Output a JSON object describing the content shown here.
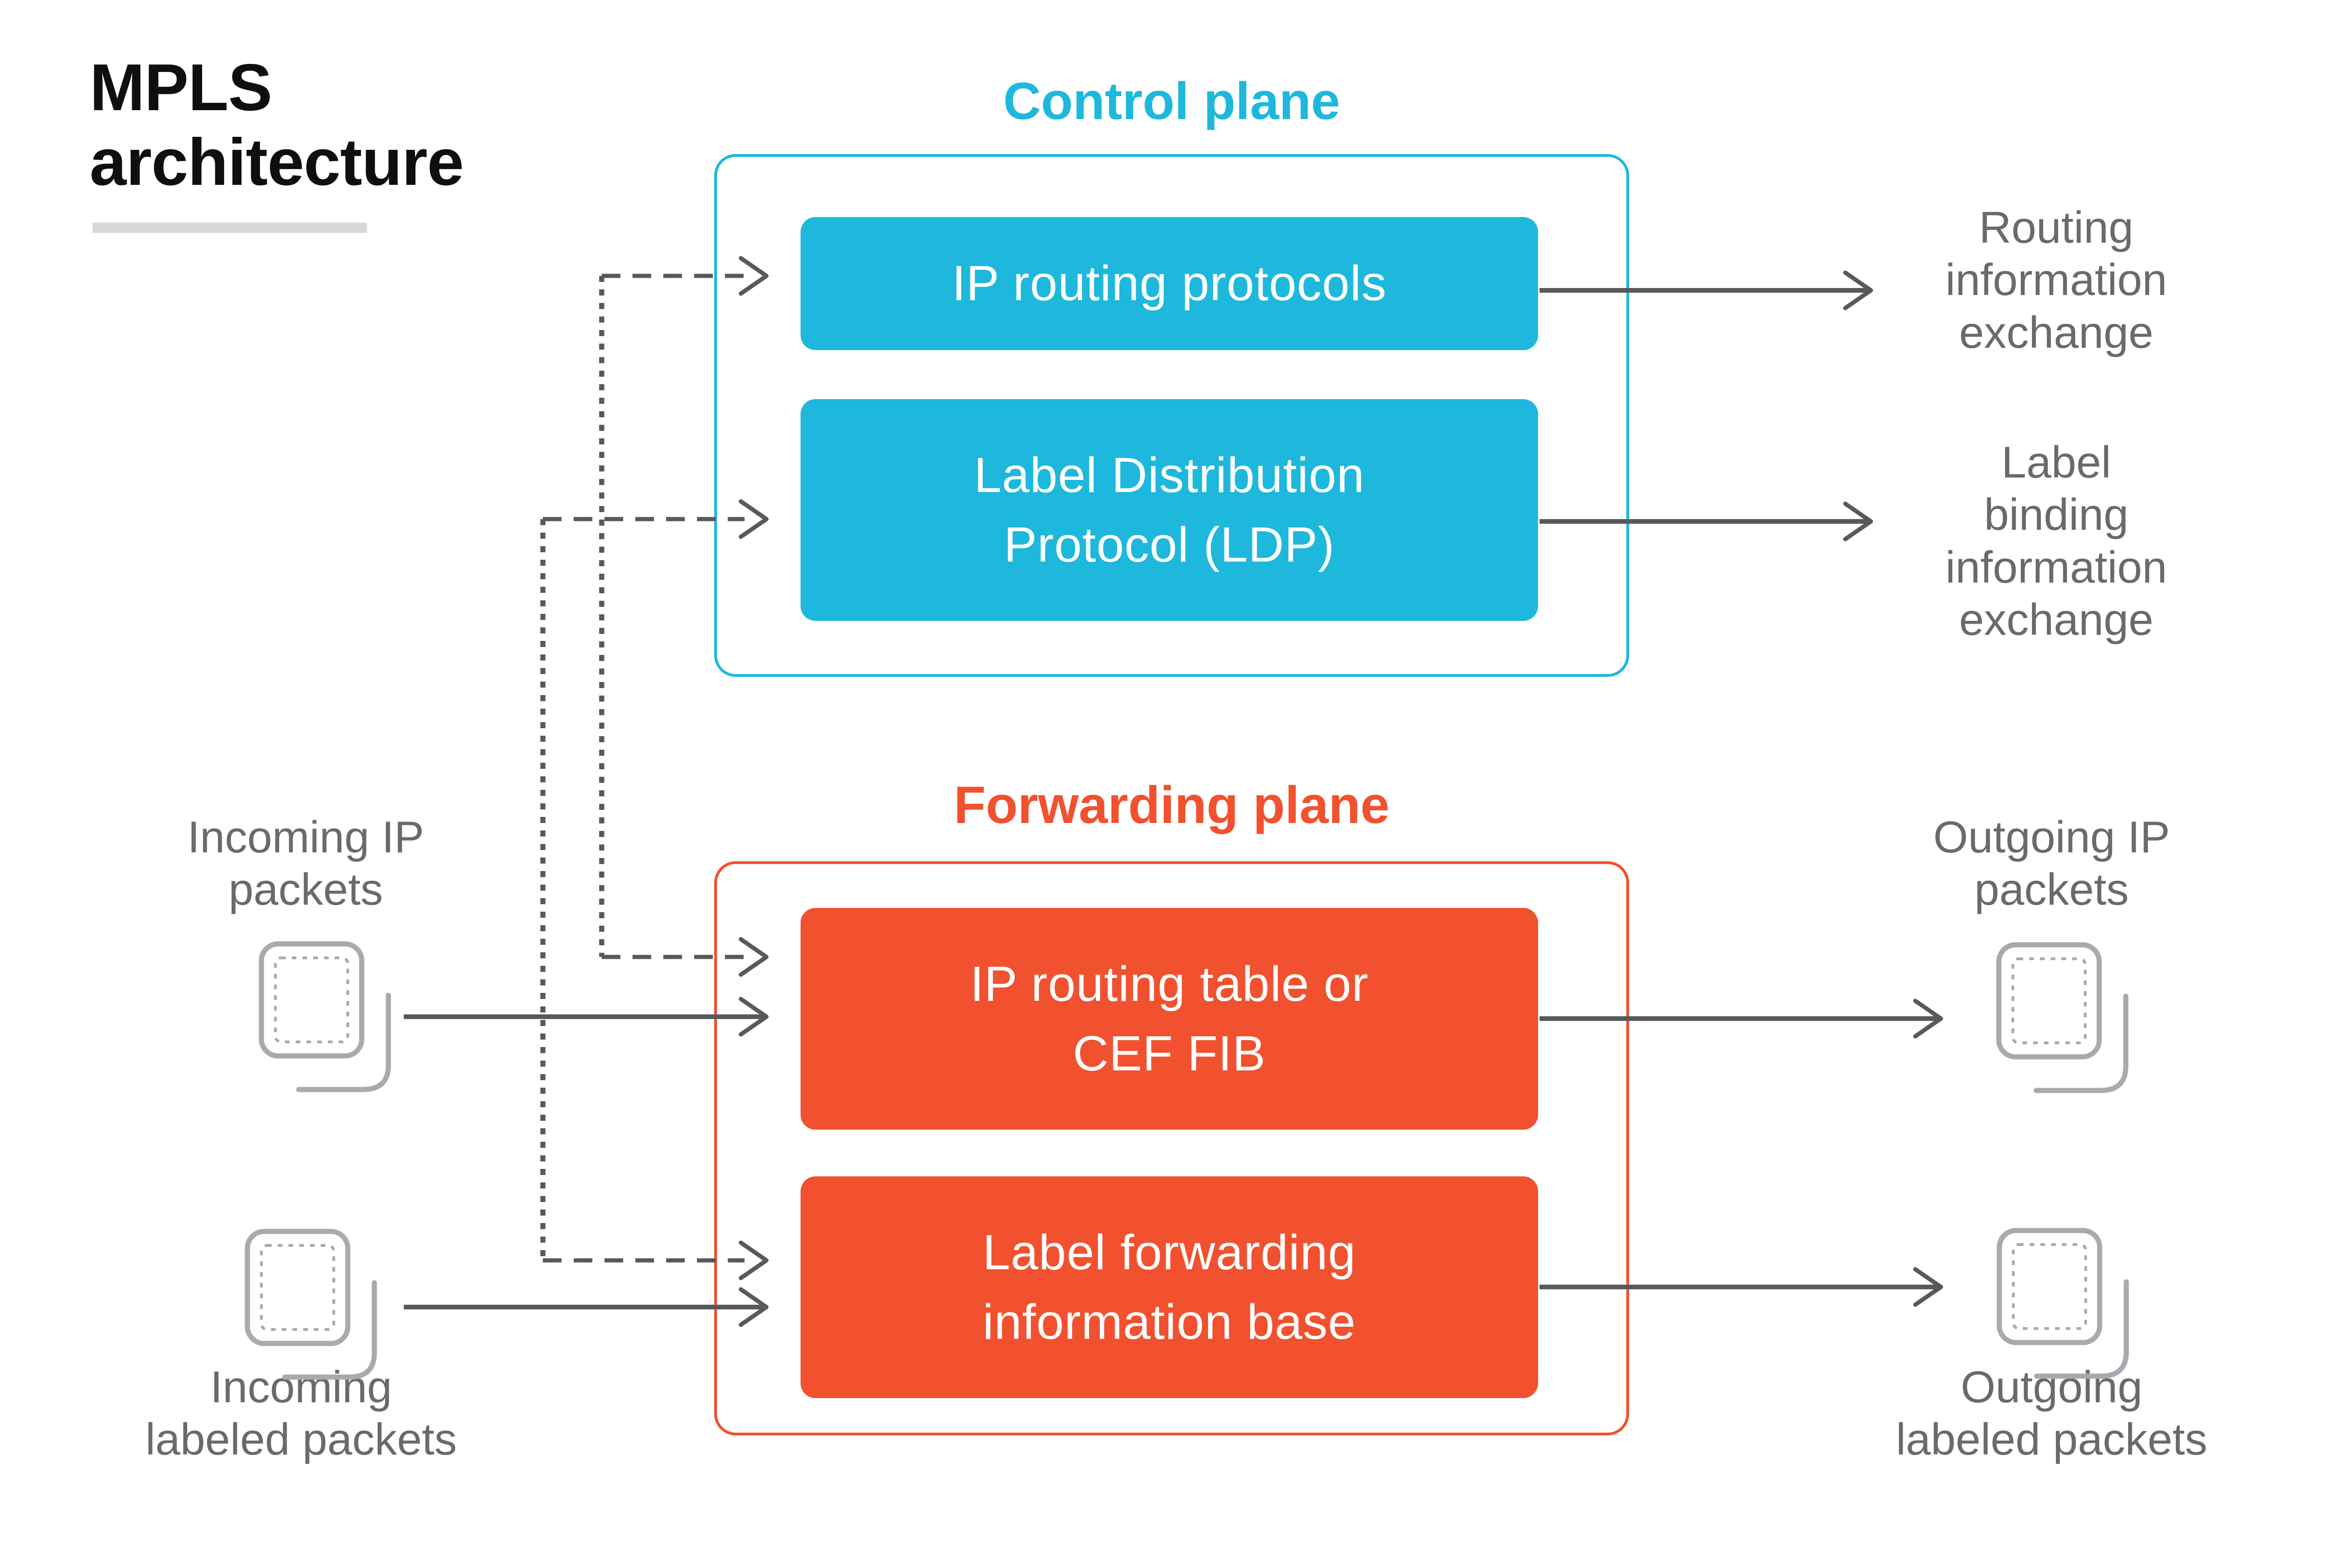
{
  "header": {
    "title": "MPLS\narchitecture"
  },
  "control_plane": {
    "label": "Control plane",
    "boxes": [
      {
        "label": "IP routing protocols"
      },
      {
        "label": "Label Distribution\nProtocol (LDP)"
      }
    ]
  },
  "forwarding_plane": {
    "label": "Forwarding plane",
    "boxes": [
      {
        "label": "IP routing table or\nCEF FIB"
      },
      {
        "label": "Label forwarding\ninformation base"
      }
    ]
  },
  "left_labels": {
    "incoming_ip": "Incoming IP\npackets",
    "incoming_labeled": "Incoming\nlabeled packets"
  },
  "right_labels": {
    "routing_info": "Routing\ninformation\nexchange",
    "label_binding": "Label\nbinding\ninformation\nexchange",
    "outgoing_ip": "Outgoing IP\npackets",
    "outgoing_labeled": "Outgoing\nlabeled packets"
  },
  "icon_names": [
    "incoming-ip-packets-icon",
    "incoming-labeled-packets-icon",
    "outgoing-ip-packets-icon",
    "outgoing-labeled-packets-icon"
  ],
  "colors": {
    "control_accent": "#1eb8dc",
    "forwarding_accent": "#f1512e",
    "text_gray": "#6a6a6a",
    "arrow_gray": "#58595b",
    "icon_gray": "#a6abb0",
    "title_black": "#0f0f0f",
    "underline_gray": "#d8d8d8"
  }
}
